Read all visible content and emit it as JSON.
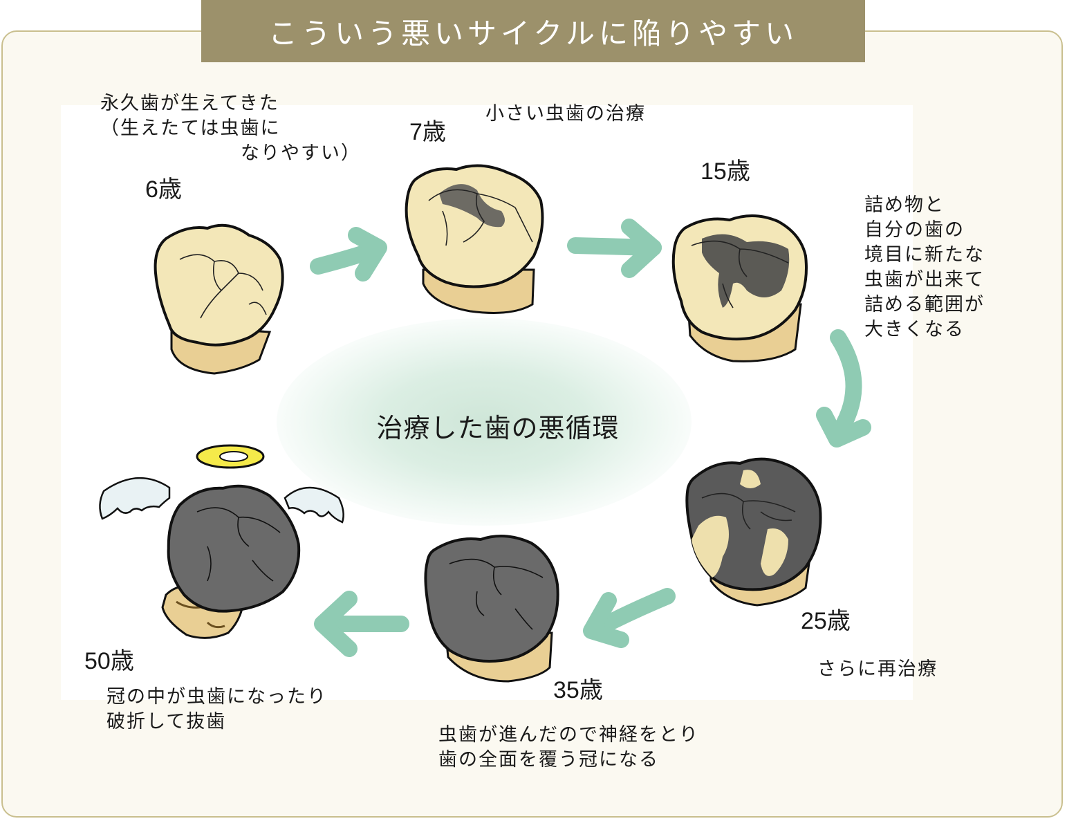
{
  "title": "こういう悪いサイクルに陥りやすい",
  "center_label": "治療した歯の悪循環",
  "stages": [
    {
      "age": "6歳",
      "note": "永久歯が生えてきた\n（生えたては虫歯に\n　　　　　　　なりやすい）"
    },
    {
      "age": "7歳",
      "note": "小さい虫歯の治療"
    },
    {
      "age": "15歳",
      "note": "詰め物と\n自分の歯の\n境目に新たな\n虫歯が出来て\n詰める範囲が\n大きくなる"
    },
    {
      "age": "25歳",
      "note": "さらに再治療"
    },
    {
      "age": "35歳",
      "note": "虫歯が進んだので神経をとり\n歯の全面を覆う冠になる"
    },
    {
      "age": "50歳",
      "note": "冠の中が虫歯になったり\n破折して抜歯"
    }
  ],
  "colors": {
    "title_bg": "#9c916b",
    "frame_border": "#c9bf8e",
    "frame_bg": "#fbf9f1",
    "arrow": "#8fcbb3",
    "tooth": "#f3e7b8",
    "root": "#e9cf94",
    "decay": "#5a5a5a",
    "halo": "#f5ea4a"
  }
}
